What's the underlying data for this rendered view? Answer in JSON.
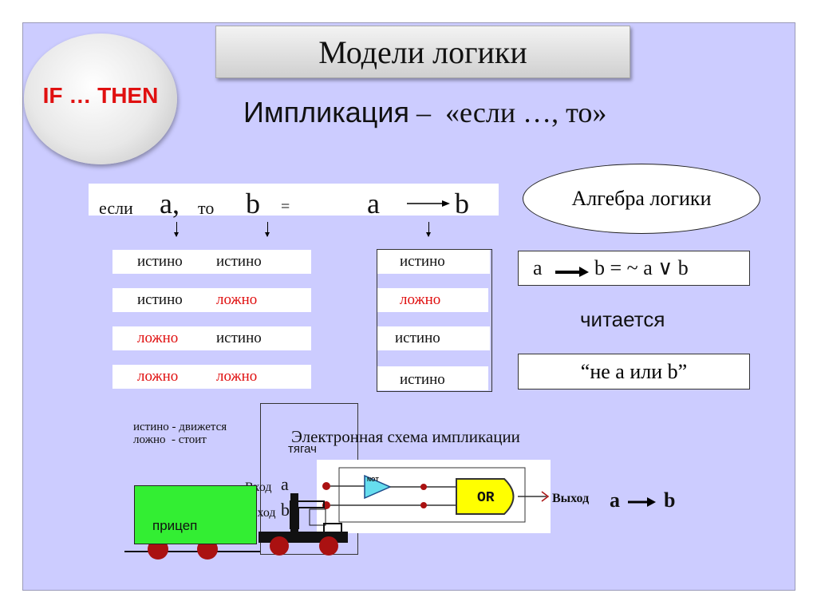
{
  "title": "Модели логики",
  "badge": "IF … THEN",
  "subtitle": {
    "term": "Импликация",
    "dash": "–",
    "phrase": "«если …, то»"
  },
  "expression": {
    "if_word": "если",
    "a": "a,",
    "then_word": "то",
    "b": "b",
    "equals": "=",
    "a2": "a",
    "b2": "b"
  },
  "algebra_label": "Алгебра логики",
  "truth_table": {
    "rows": [
      {
        "a": "истино",
        "b": "истино",
        "out": "истино",
        "a_red": false,
        "b_red": false,
        "out_red": false
      },
      {
        "a": "истино",
        "b": "ложно",
        "out": "ложно",
        "a_red": false,
        "b_red": true,
        "out_red": true
      },
      {
        "a": "ложно",
        "b": "истино",
        "out": "истино",
        "a_red": true,
        "b_red": false,
        "out_red": false
      },
      {
        "a": "ложно",
        "b": "ложно",
        "out": "истино",
        "a_red": true,
        "b_red": true,
        "out_red": false
      }
    ]
  },
  "formula": {
    "a": "a",
    "rhs": "b = ~ a ∨ b"
  },
  "reads_label": "читается",
  "reads_value": "“не а или b”",
  "legend": {
    "line1": "истино - движется",
    "line2": "ложно  - стоит"
  },
  "schema_title": "Электронная схема импликации",
  "tractor_label": "тягач",
  "trailer_label": "прицеп",
  "circuit": {
    "input_a_label": "Вход",
    "input_a_var": "a",
    "input_b_label": "Вход",
    "input_b_var": "b",
    "not_label": "NOT",
    "or_label": "OR",
    "output_label": "Выход",
    "output_a": "a",
    "output_b": "b"
  },
  "colors": {
    "slide_bg": "#ccccff",
    "red": "#e01010",
    "trailer": "#33ee33",
    "gate_or": "#ffff00",
    "gate_not": "#66ddee",
    "wheel": "#aa1111"
  }
}
